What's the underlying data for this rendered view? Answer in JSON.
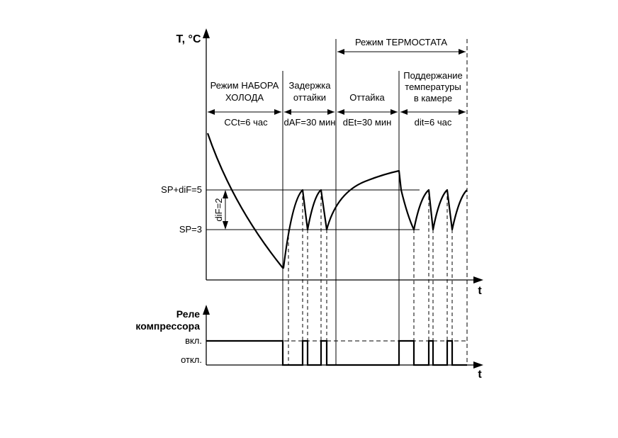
{
  "temperature_chart": {
    "y_axis_label": "Т, °С",
    "x_axis_label": "t",
    "levels": {
      "upper": "SP+diF=5",
      "lower": "SP=3",
      "hysteresis": "diF=2"
    },
    "thermostat_mode_label": "Режим ТЕРМОСТАТА",
    "phases": [
      {
        "name_lines": [
          "Режим НАБОРА",
          "ХОЛОДА"
        ],
        "duration": "CCt=6 час"
      },
      {
        "name_lines": [
          "Задержка",
          "оттайки"
        ],
        "duration": "dAF=30 мин"
      },
      {
        "name_lines": [
          "Оттайка"
        ],
        "duration": "dEt=30 мин"
      },
      {
        "name_lines": [
          "Поддержание",
          "температуры",
          "в камере"
        ],
        "duration": "dit=6 час"
      }
    ]
  },
  "relay_chart": {
    "title_lines": [
      "Реле",
      "компрессора"
    ],
    "on_label": "вкл.",
    "off_label": "откл.",
    "x_axis_label": "t"
  }
}
